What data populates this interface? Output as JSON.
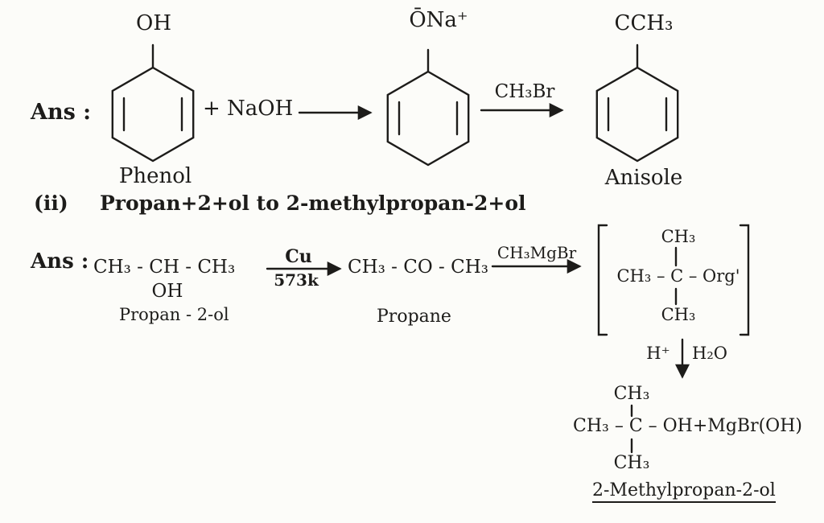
{
  "paper_color": "#fcfcf9",
  "ink_color": "#1d1c1a",
  "scheme1": {
    "ans_label": "Ans :",
    "phenol": {
      "substituent": "OH",
      "caption": "Phenol"
    },
    "plus_reagent": "+ NaOH",
    "phenoxide": {
      "substituent": "ŌNa⁺"
    },
    "arrow2_reagent": "CH₃Br",
    "anisole": {
      "substituent": "CCH₃",
      "caption": "Anisole"
    }
  },
  "heading": {
    "number": "(ii)",
    "text": "Propan+2+ol to 2-methylpropan-2+ol"
  },
  "scheme2": {
    "ans_label": "Ans :",
    "reactant": {
      "formula": "CH₃ - CH - CH₃",
      "sub": "OH",
      "caption": "Propan - 2-ol"
    },
    "arrow1": {
      "top": "Cu",
      "bottom": "573k"
    },
    "intermediate": {
      "formula": "CH₃ - CO - CH₃",
      "caption": "Propane"
    },
    "arrow2": {
      "top": "CH₃MgBr"
    },
    "adduct": {
      "top": "CH₃",
      "mid": "CH₃ – C – Org'",
      "bottom": "CH₃"
    },
    "workup": {
      "left": "H⁺",
      "right": "H₂O"
    },
    "product": {
      "top": "CH₃",
      "mid": "CH₃ – C – OH+MgBr(OH)",
      "bottom": "CH₃",
      "caption": "2-Methylpropan-2-ol"
    }
  }
}
